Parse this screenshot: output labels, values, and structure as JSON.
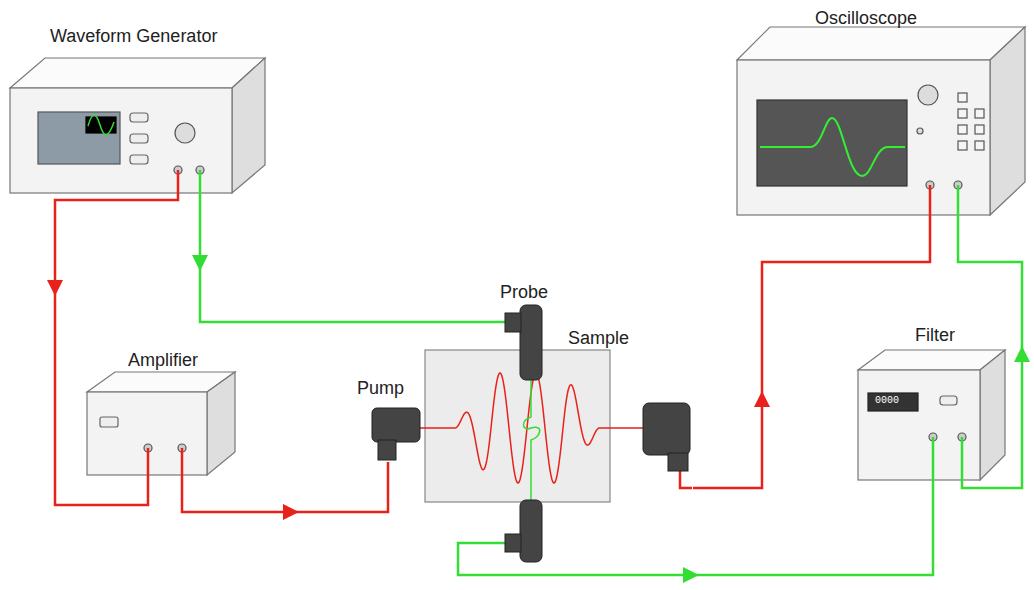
{
  "diagram": {
    "nodes": [
      {
        "text": [
          "Waveform Generator"
        ]
      },
      {
        "text": [
          "Oscilloscope"
        ]
      },
      {
        "text": [
          "Probe"
        ]
      },
      {
        "text": [
          "Sample"
        ]
      },
      {
        "text": [
          "Amplifier"
        ]
      },
      {
        "text": [
          "Pump"
        ]
      },
      {
        "text": [
          "Filter",
          "0000"
        ]
      }
    ],
    "edges": [
      {
        "from": 0,
        "to": 4,
        "arrow": "to"
      },
      {
        "from": 4,
        "to": 5,
        "arrow": "to"
      },
      {
        "from": 0,
        "to": 2,
        "arrow": "to"
      },
      {
        "from": 3,
        "to": 1,
        "arrow": "to"
      },
      {
        "from": 3,
        "to": 6,
        "arrow": "to"
      },
      {
        "from": 6,
        "to": 1,
        "arrow": "to"
      }
    ]
  }
}
